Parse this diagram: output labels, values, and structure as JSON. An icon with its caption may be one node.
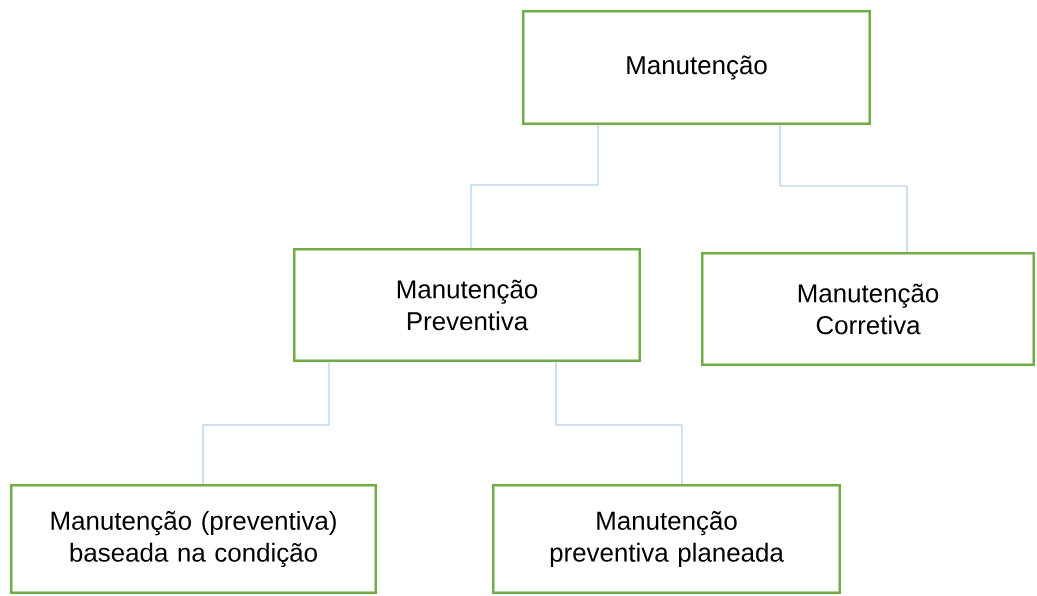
{
  "diagram": {
    "nodes": [
      {
        "text": [
          "Manutenção"
        ]
      },
      {
        "text": [
          "Manutenção Preventiva"
        ]
      },
      {
        "text": [
          "Manutenção Corretiva"
        ]
      },
      {
        "text": [
          "Manutenção (preventiva) baseada na condição"
        ]
      },
      {
        "text": [
          "Manutenção preventiva planeada"
        ]
      }
    ],
    "edges": [
      {
        "from": 0,
        "to": 1,
        "arrow": "none"
      },
      {
        "from": 0,
        "to": 2,
        "arrow": "none"
      },
      {
        "from": 1,
        "to": 3,
        "arrow": "none"
      },
      {
        "from": 1,
        "to": 4,
        "arrow": "none"
      }
    ]
  }
}
